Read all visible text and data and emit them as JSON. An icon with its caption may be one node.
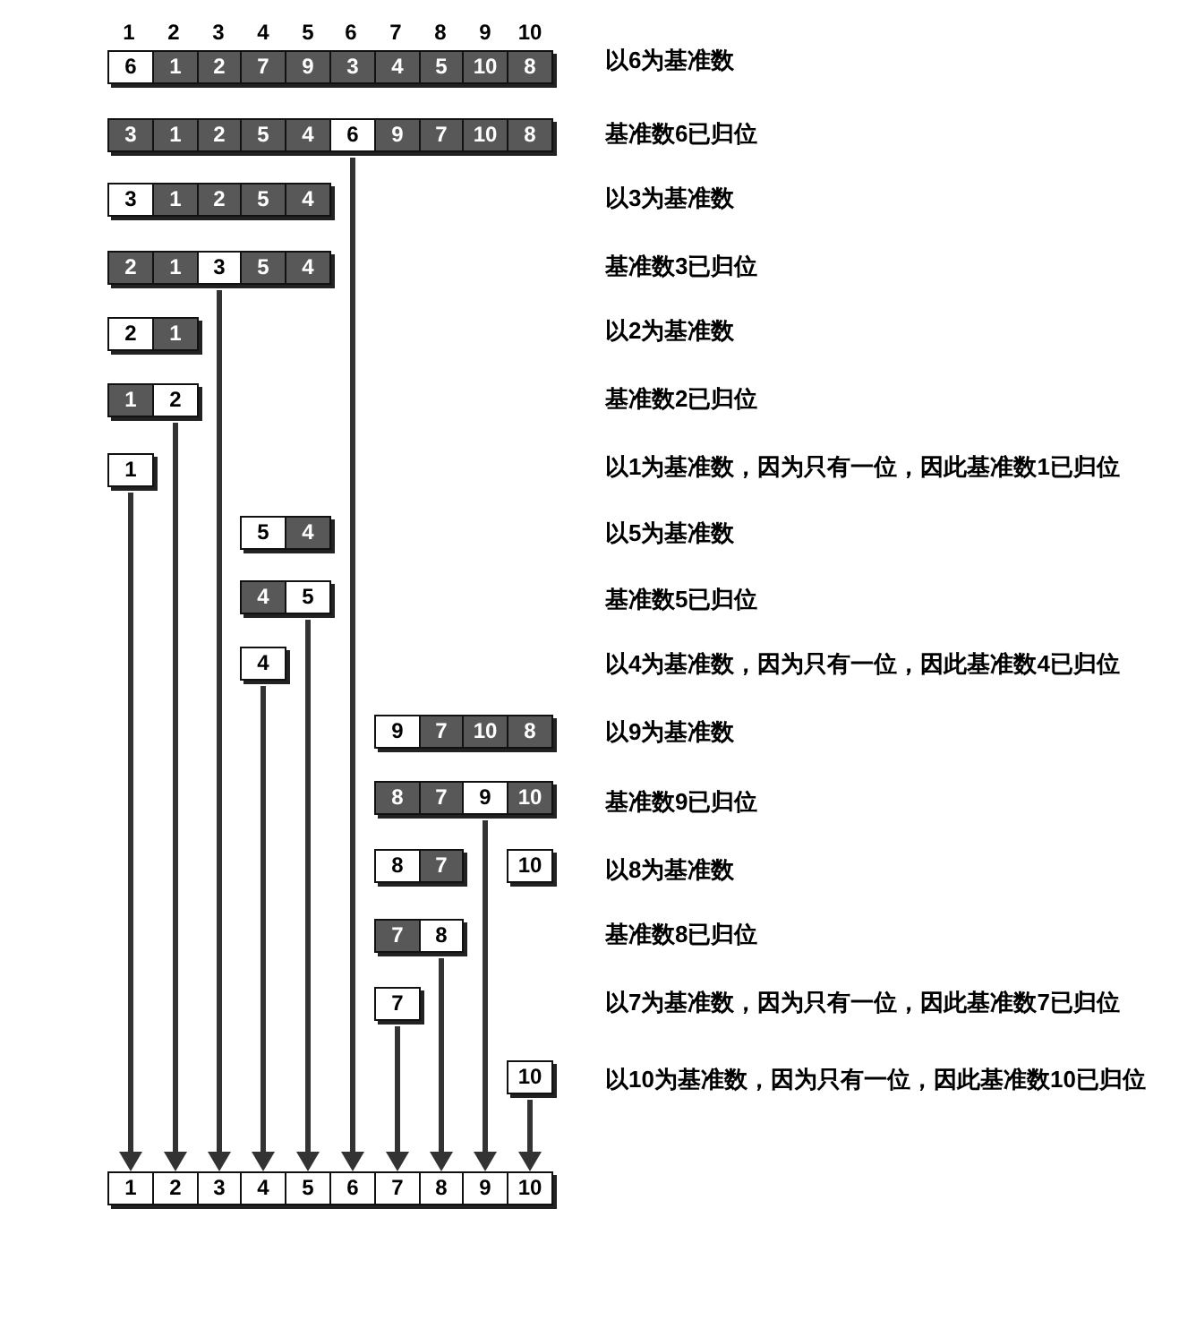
{
  "diagram": {
    "nodes": [
      {
        "text": [
          "6"
        ]
      },
      {
        "text": [
          "1"
        ]
      },
      {
        "text": [
          "2"
        ]
      },
      {
        "text": [
          "7"
        ]
      },
      {
        "text": [
          "9"
        ]
      },
      {
        "text": [
          "3"
        ]
      },
      {
        "text": [
          "4"
        ]
      },
      {
        "text": [
          "5"
        ]
      },
      {
        "text": [
          "10"
        ]
      },
      {
        "text": [
          "8"
        ]
      },
      {
        "text": [
          "3"
        ]
      },
      {
        "text": [
          "1"
        ]
      },
      {
        "text": [
          "2"
        ]
      },
      {
        "text": [
          "5"
        ]
      },
      {
        "text": [
          "4"
        ]
      },
      {
        "text": [
          "6"
        ]
      },
      {
        "text": [
          "9"
        ]
      },
      {
        "text": [
          "7"
        ]
      },
      {
        "text": [
          "10"
        ]
      },
      {
        "text": [
          "8"
        ]
      },
      {
        "text": [
          "3"
        ]
      },
      {
        "text": [
          "1"
        ]
      },
      {
        "text": [
          "2"
        ]
      },
      {
        "text": [
          "5"
        ]
      },
      {
        "text": [
          "4"
        ]
      },
      {
        "text": [
          "2"
        ]
      },
      {
        "text": [
          "1"
        ]
      },
      {
        "text": [
          "3"
        ]
      },
      {
        "text": [
          "5"
        ]
      },
      {
        "text": [
          "4"
        ]
      },
      {
        "text": [
          "2"
        ]
      },
      {
        "text": [
          "1"
        ]
      },
      {
        "text": [
          "1"
        ]
      },
      {
        "text": [
          "2"
        ]
      },
      {
        "text": [
          "1"
        ]
      },
      {
        "text": [
          "5"
        ]
      },
      {
        "text": [
          "4"
        ]
      },
      {
        "text": [
          "4"
        ]
      },
      {
        "text": [
          "5"
        ]
      },
      {
        "text": [
          "4"
        ]
      },
      {
        "text": [
          "9"
        ]
      },
      {
        "text": [
          "7"
        ]
      },
      {
        "text": [
          "10"
        ]
      },
      {
        "text": [
          "8"
        ]
      },
      {
        "text": [
          "8"
        ]
      },
      {
        "text": [
          "7"
        ]
      },
      {
        "text": [
          "9"
        ]
      },
      {
        "text": [
          "10"
        ]
      },
      {
        "text": [
          "8"
        ]
      },
      {
        "text": [
          "7"
        ]
      },
      {
        "text": [
          "10"
        ]
      },
      {
        "text": [
          "7"
        ]
      },
      {
        "text": [
          "8"
        ]
      },
      {
        "text": [
          "7"
        ]
      },
      {
        "text": [
          "10"
        ]
      },
      {
        "text": [
          "1"
        ]
      },
      {
        "text": [
          "2"
        ]
      },
      {
        "text": [
          "3"
        ]
      },
      {
        "text": [
          "4"
        ]
      },
      {
        "text": [
          "5"
        ]
      },
      {
        "text": [
          "6"
        ]
      },
      {
        "text": [
          "7"
        ]
      },
      {
        "text": [
          "8"
        ]
      },
      {
        "text": [
          "9"
        ]
      },
      {
        "text": [
          "10"
        ]
      }
    ],
    "edges": [
      {
        "from": 15,
        "to": 60,
        "arrow": "to"
      },
      {
        "from": 27,
        "to": 57,
        "arrow": "to"
      },
      {
        "from": 33,
        "to": 56,
        "arrow": "to"
      },
      {
        "from": 34,
        "to": 55,
        "arrow": "to"
      },
      {
        "from": 38,
        "to": 59,
        "arrow": "to"
      },
      {
        "from": 39,
        "to": 58,
        "arrow": "to"
      },
      {
        "from": 46,
        "to": 63,
        "arrow": "to"
      },
      {
        "from": 52,
        "to": 62,
        "arrow": "to"
      },
      {
        "from": 53,
        "to": 61,
        "arrow": "to"
      },
      {
        "from": 54,
        "to": 64,
        "arrow": "to"
      }
    ],
    "labels": [
      "1",
      "2",
      "3",
      "4",
      "5",
      "6",
      "7",
      "8",
      "9",
      "10",
      "以6为基准数",
      "基准数6已归位",
      "以3为基准数",
      "基准数3已归位",
      "以2为基准数",
      "基准数2已归位",
      "以1为基准数，因为只有一位，因此基准数1已归位",
      "以5为基准数",
      "基准数5已归位",
      "以4为基准数，因为只有一位，因此基准数4已归位",
      "以9为基准数",
      "基准数9已归位",
      "以8为基准数",
      "基准数8已归位",
      "以7为基准数，因为只有一位，因此基准数7已归位",
      "以10为基准数，因为只有一位，因此基准数10已归位"
    ]
  }
}
